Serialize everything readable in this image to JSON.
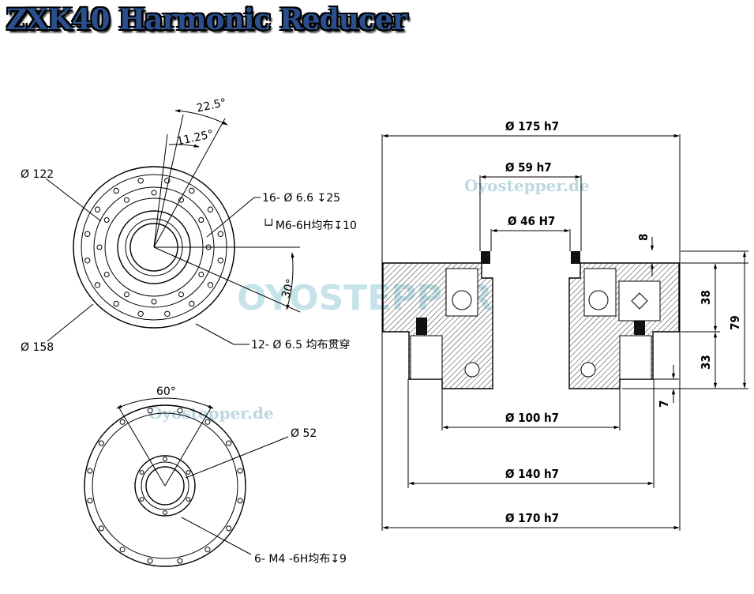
{
  "title": "ZXK40 Harmonic Reducer",
  "watermarks": {
    "site": "Oyostepper.de",
    "brand": "OYOSTEPPER"
  },
  "front_view": {
    "angle_22_5": "22.5°",
    "angle_11_25": "11.25°",
    "angle_30": "30°",
    "dia_122": "Ø 122",
    "dia_158": "Ø 158",
    "holes_16": "16- Ø 6.6 ↧25",
    "thread_m6": "└┘M6-6H均布↧10",
    "holes_12": "12- Ø 6.5 均布贯穿"
  },
  "rear_view": {
    "angle_60": "60°",
    "dia_52": "Ø 52",
    "thread_m4": "6- M4 -6H均布↧9"
  },
  "section_view": {
    "d175": "Ø 175 h7",
    "d59": "Ø 59 h7",
    "d46": "Ø 46 H7",
    "d100": "Ø 100 h7",
    "d140": "Ø 140 h7",
    "d170": "Ø 170 h7",
    "h8": "8",
    "h38": "38",
    "h79": "79",
    "h33": "33",
    "h7": "7"
  },
  "colors": {
    "title_fill": "#2a4f8c",
    "line": "#000000",
    "hatch": "#000000",
    "watermark": "#bcd8e0"
  }
}
